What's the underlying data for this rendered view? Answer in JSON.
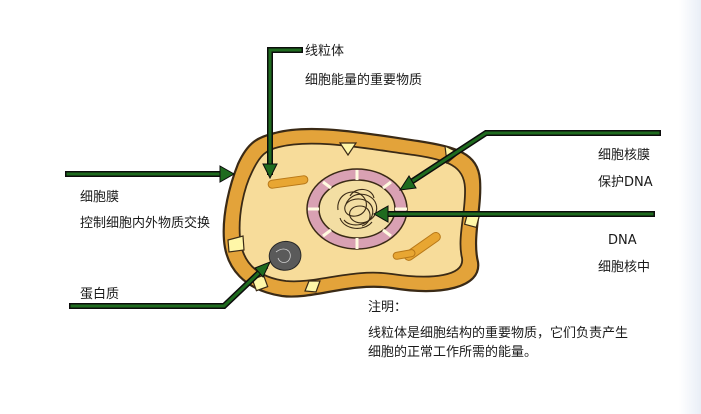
{
  "labels": {
    "mitochondria": {
      "name": "线粒体",
      "desc": "细胞能量的重要物质"
    },
    "nuclear_membrane": {
      "name": "细胞核膜",
      "desc": "保护DNA"
    },
    "cell_membrane": {
      "name": "细胞膜",
      "desc": "控制细胞内外物质交换"
    },
    "dna": {
      "name": "DNA",
      "desc": "细胞核中"
    },
    "protein": {
      "name": "蛋白质"
    }
  },
  "note": {
    "title": "注明：",
    "line1": "线粒体是细胞结构的重要物质，它们负责产生",
    "line2": "细胞的正常工作所需的能量。"
  },
  "colors": {
    "membrane_outer": "#e3a33a",
    "cytoplasm": "#f7dc9a",
    "outline": "#3a2a16",
    "nucleus_ring": "#d9a1b3",
    "nucleus_fill": "#f3dea3",
    "mitochondria": "#e8a632",
    "callout": "#1f6b1f",
    "channel": "#fff7a8"
  },
  "icons": [
    "cell-diagram",
    "pointer-arrow"
  ]
}
